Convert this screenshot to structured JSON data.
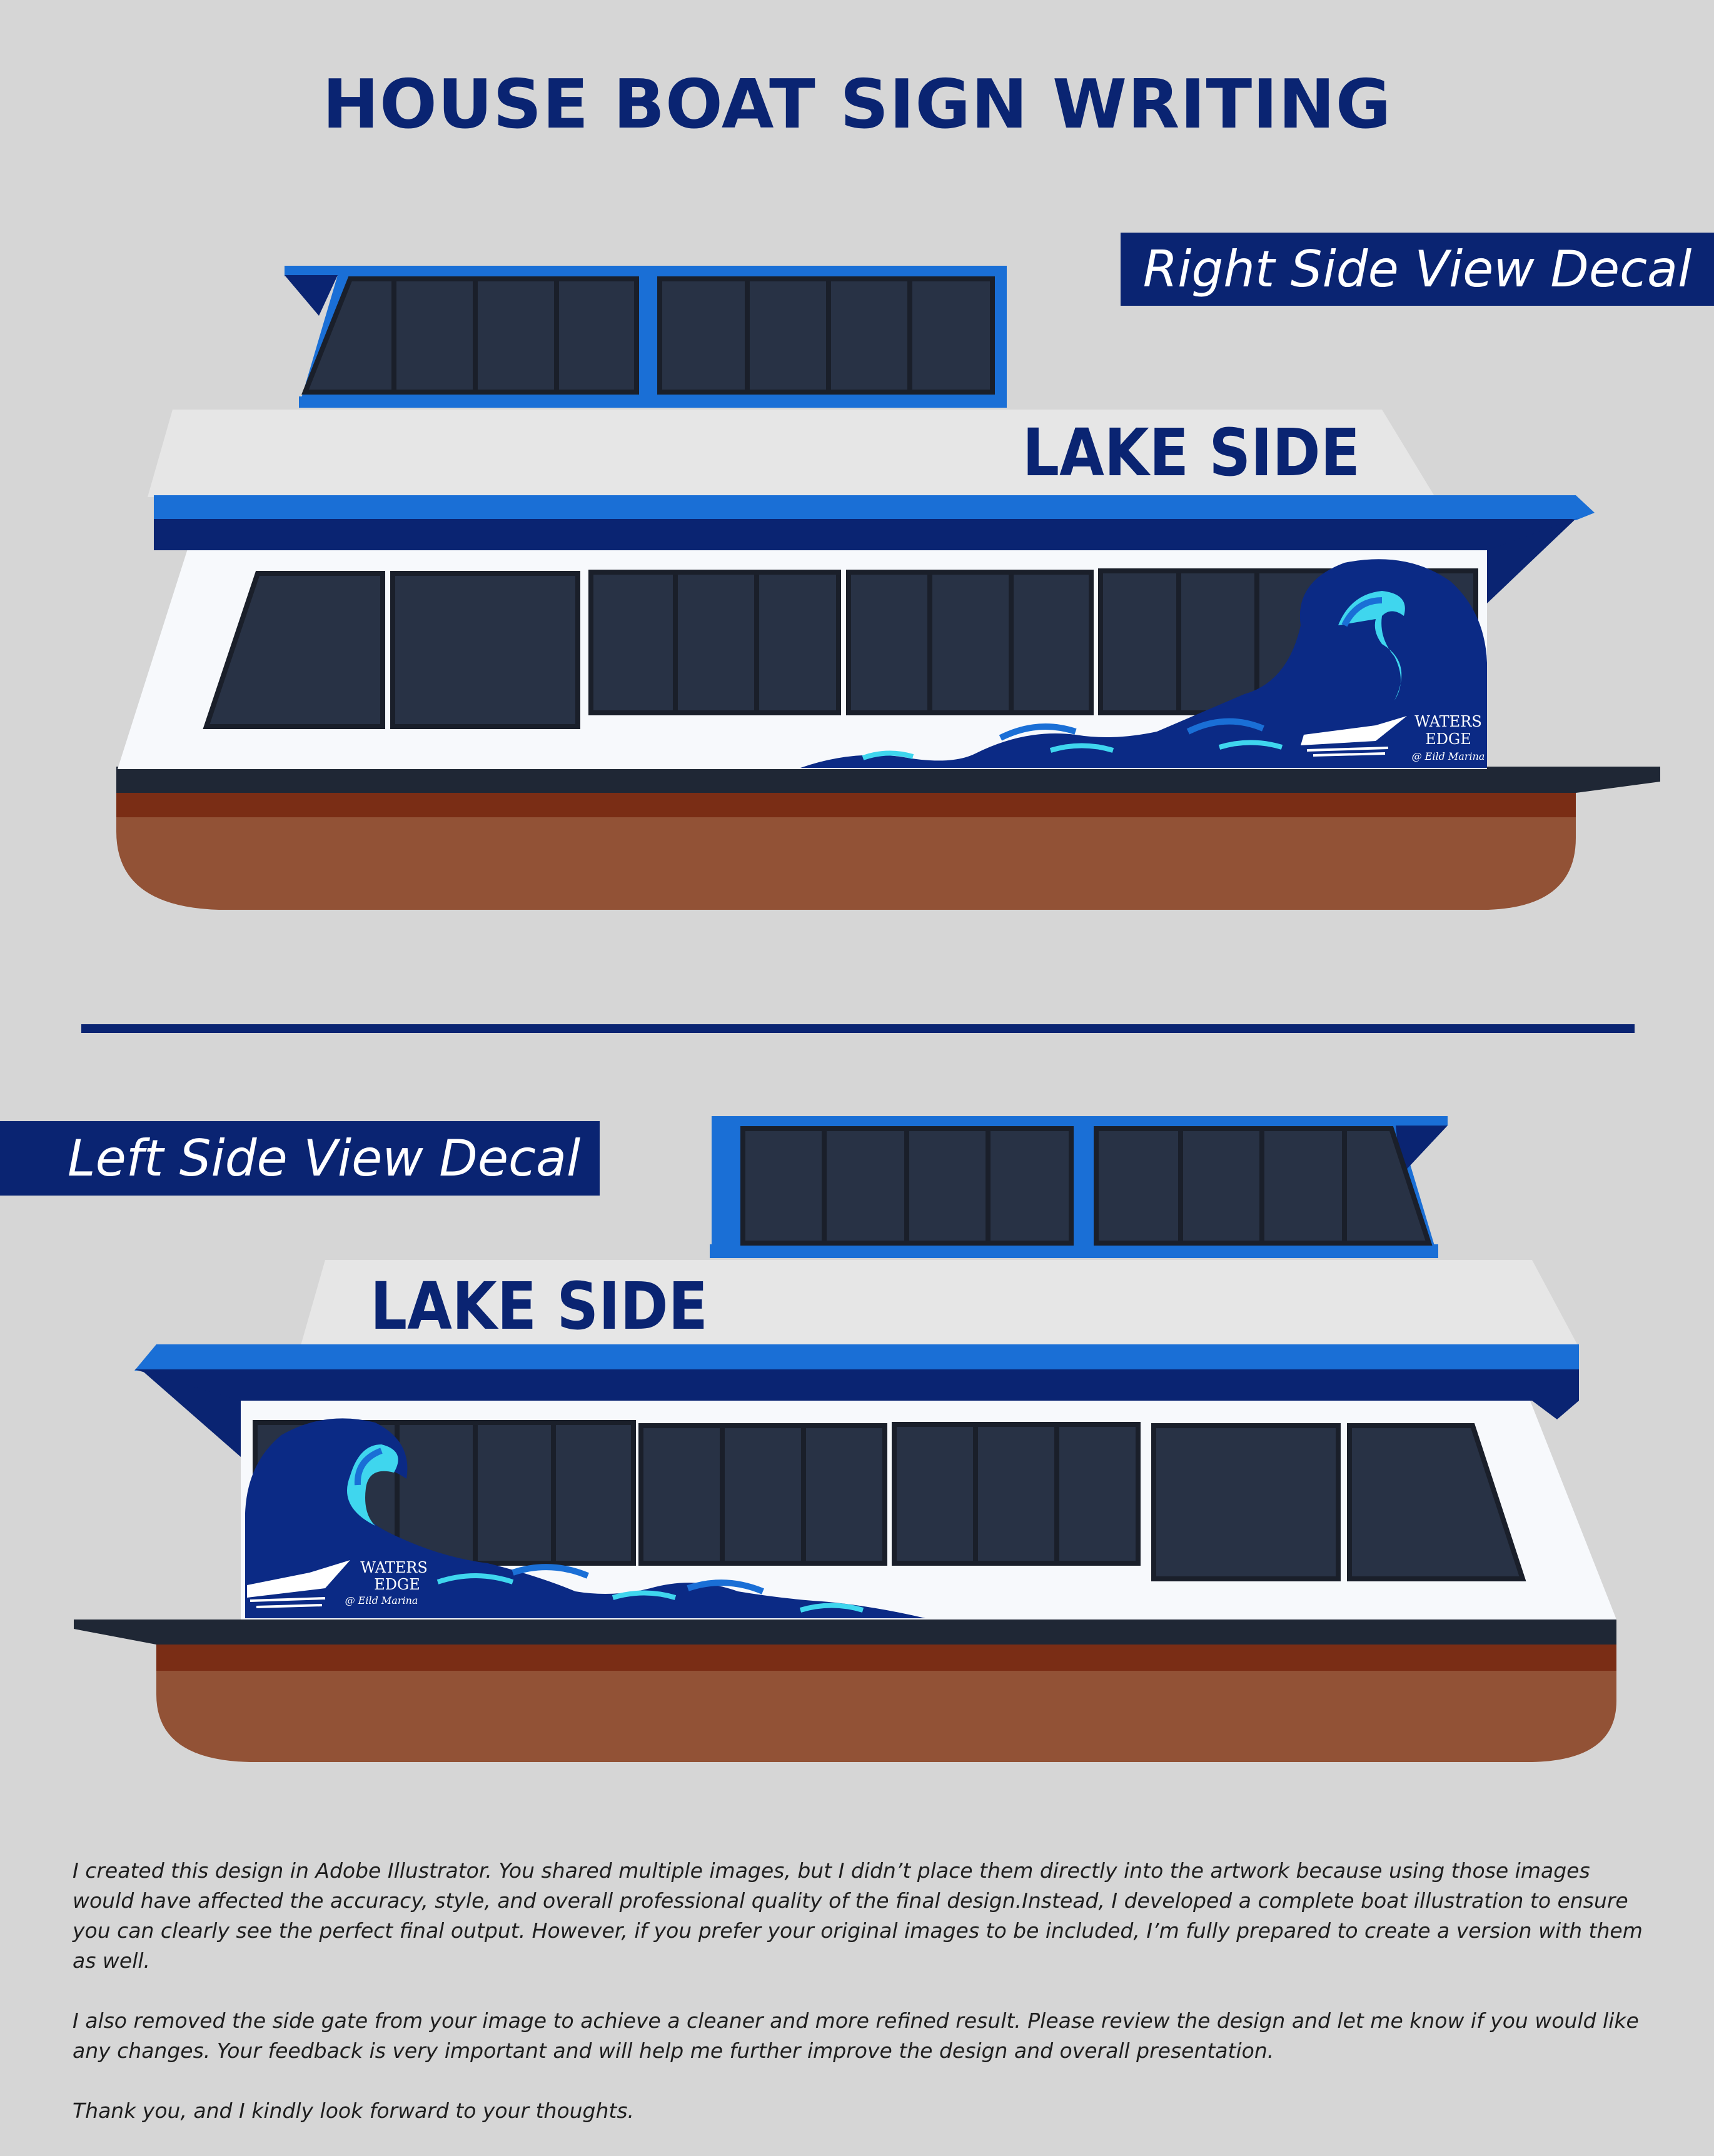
{
  "title": "HOUSE BOAT SIGN WRITING",
  "views": {
    "right": {
      "label": "Right Side View Decal",
      "boat_name": "LAKE SIDE",
      "logo_line1": "WATERS",
      "logo_line2": "EDGE",
      "logo_line3": "@ Eild Marina"
    },
    "left": {
      "label": "Left Side View Decal",
      "boat_name": "LAKE SIDE",
      "logo_line1": "WATERS",
      "logo_line2": "EDGE",
      "logo_line3": "@ Eild Marina"
    }
  },
  "colors": {
    "background": "#d6d6d6",
    "navy": "#0a2472",
    "trim_blue": "#1a6fd6",
    "window": "#283245",
    "hull_brown": "#925236",
    "hull_stripe": "#7a2d15",
    "deck": "#1f2735",
    "cabin_white": "#f7f9fc",
    "upper_gray": "#e6e6e6",
    "wave_dark": "#0b2a85",
    "wave_light": "#3fd6ee"
  },
  "notes": [
    "I created this design in Adobe Illustrator. You shared multiple images, but I didn’t place them directly into the artwork because using those images would have affected the accuracy, style, and overall professional quality of the final design.Instead, I developed a complete boat illustration to ensure you can clearly see the perfect final output. However, if you prefer your original images to be included, I’m fully prepared to create a version with them as well.",
    "I also removed the side gate from your image to achieve a cleaner and more refined result. Please review the design and let me know if you would like any changes. Your feedback is very important and will help me further improve the design and overall presentation.",
    "Thank you, and I kindly look forward to your thoughts."
  ]
}
